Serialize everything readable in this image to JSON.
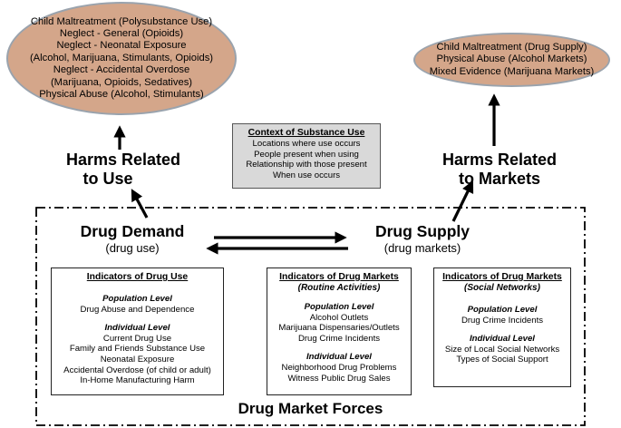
{
  "harms_use_ellipse": {
    "lines": [
      "Child Maltreatment (Polysubstance Use)",
      "Neglect - General (Opioids)",
      "Neglect - Neonatal Exposure",
      "(Alcohol, Marijuana,  Stimulants, Opioids)",
      "Neglect - Accidental Overdose",
      "(Marijuana,  Opioids, Sedatives)",
      "Physical Abuse (Alcohol, Stimulants)"
    ]
  },
  "harms_markets_ellipse": {
    "lines": [
      "Child Maltreatment (Drug Supply)",
      "Physical Abuse (Alcohol Markets)",
      "Mixed Evidence (Marijuana Markets)"
    ]
  },
  "harms_use_label": {
    "line1": "Harms Related",
    "line2": "to Use"
  },
  "harms_markets_label": {
    "line1": "Harms Related",
    "line2": "to Markets"
  },
  "context": {
    "title": "Context of Substance Use",
    "lines": [
      "Locations where use occurs",
      "People present when using",
      "Relationship with those present",
      "When use occurs"
    ]
  },
  "drug_demand": {
    "title": "Drug Demand",
    "subtitle": "(drug use)"
  },
  "drug_supply": {
    "title": "Drug Supply",
    "subtitle": "(drug markets)"
  },
  "indicators_use": {
    "title": "Indicators of Drug Use",
    "population_level": "Population Level",
    "population_items": [
      "Drug Abuse and Dependence"
    ],
    "individual_level": "Individual Level",
    "individual_items": [
      "Current Drug Use",
      "Family and Friends Substance Use",
      "Neonatal Exposure",
      "Accidental Overdose (of child or adult)",
      "In-Home  Manufacturing Harm"
    ]
  },
  "indicators_markets_routine": {
    "title": "Indicators of Drug Markets",
    "subtitle": "(Routine Activities)",
    "population_level": "Population Level",
    "population_items": [
      "Alcohol Outlets",
      "Marijuana Dispensaries/Outlets",
      "Drug Crime Incidents"
    ],
    "individual_level": "Individual Level",
    "individual_items": [
      "Neighborhood  Drug Problems",
      "Witness Public Drug Sales"
    ]
  },
  "indicators_markets_social": {
    "title": "Indicators of Drug Markets",
    "subtitle": "(Social Networks)",
    "population_level": "Population Level",
    "population_items": [
      "Drug Crime Incidents"
    ],
    "individual_level": "Individual Level",
    "individual_items": [
      "Size of Local Social Networks",
      "Types of Social Support"
    ]
  },
  "forces_label": "Drug Market Forces",
  "colors": {
    "ellipse_fill": "#d4a68a",
    "ellipse_border": "#9aa3ad",
    "context_fill": "#d9d9d9"
  }
}
